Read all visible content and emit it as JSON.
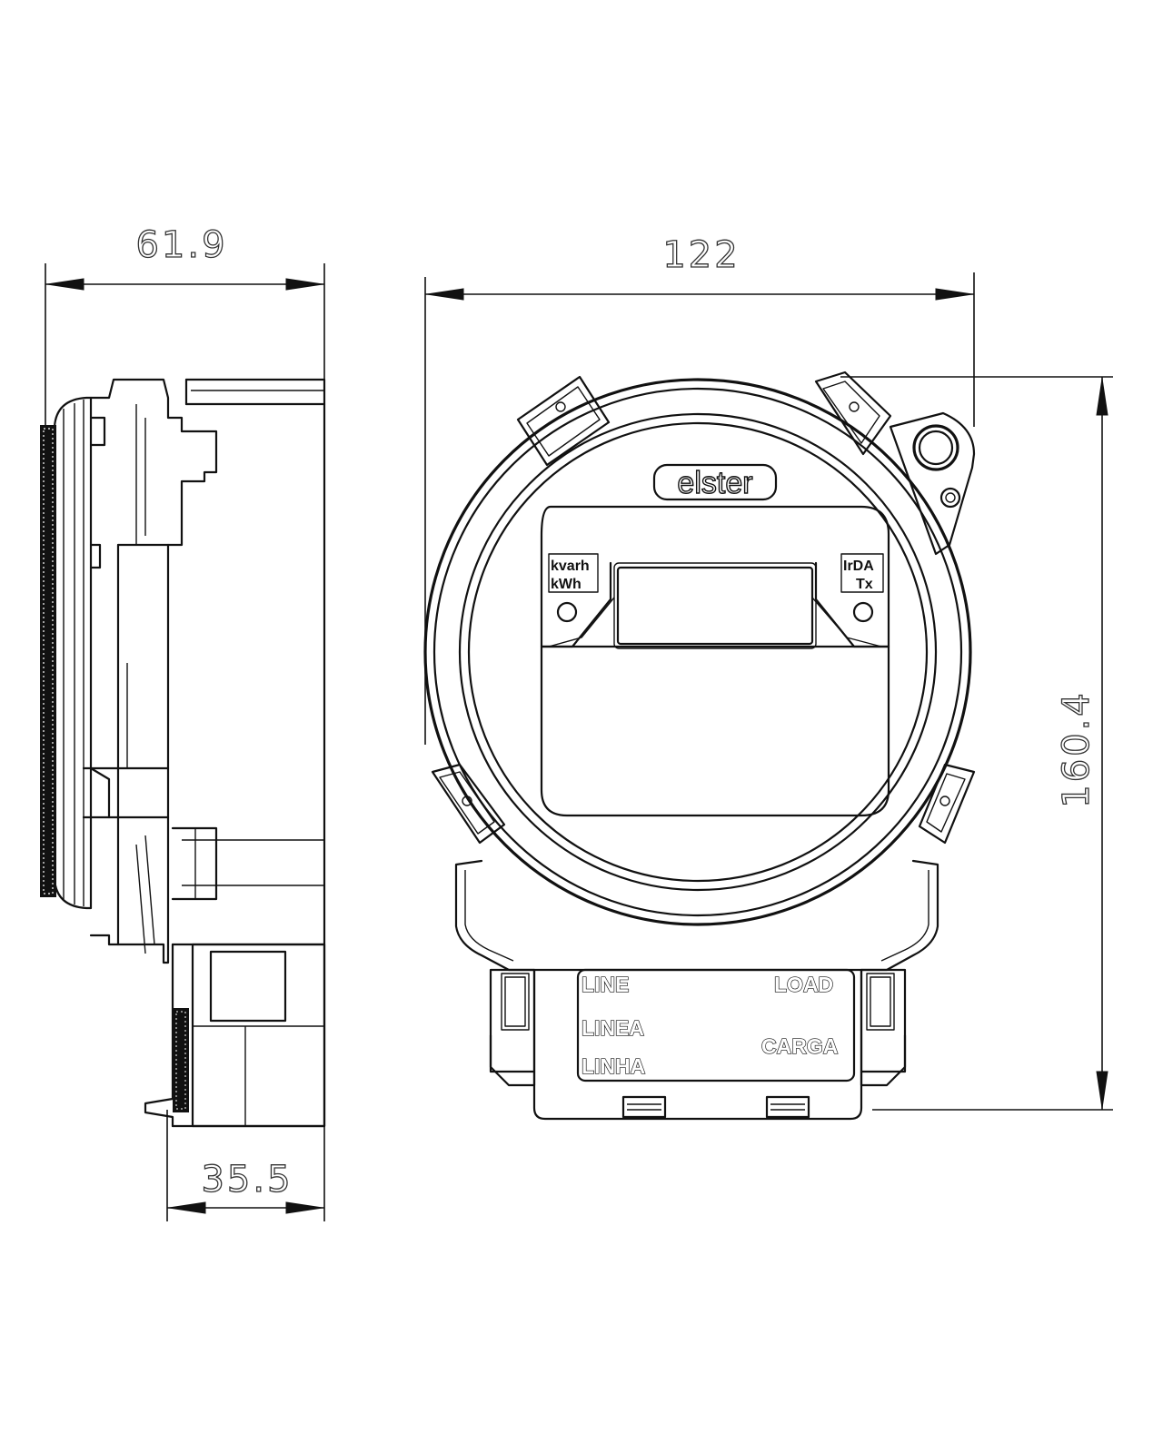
{
  "dimensions": {
    "side_depth": "61.9",
    "front_width": "122",
    "front_height": "160.4",
    "base_depth": "35.5"
  },
  "front": {
    "brand": "elster",
    "left_indicator": {
      "line1": "kvarh",
      "line2": "kWh"
    },
    "right_indicator": {
      "line1": "IrDA",
      "line2": "Tx"
    }
  },
  "terminal_labels": {
    "line_en": "LINE",
    "line_es": "LINEA",
    "line_pt": "LINHA",
    "load_en": "LOAD",
    "load_es": "CARGA"
  }
}
